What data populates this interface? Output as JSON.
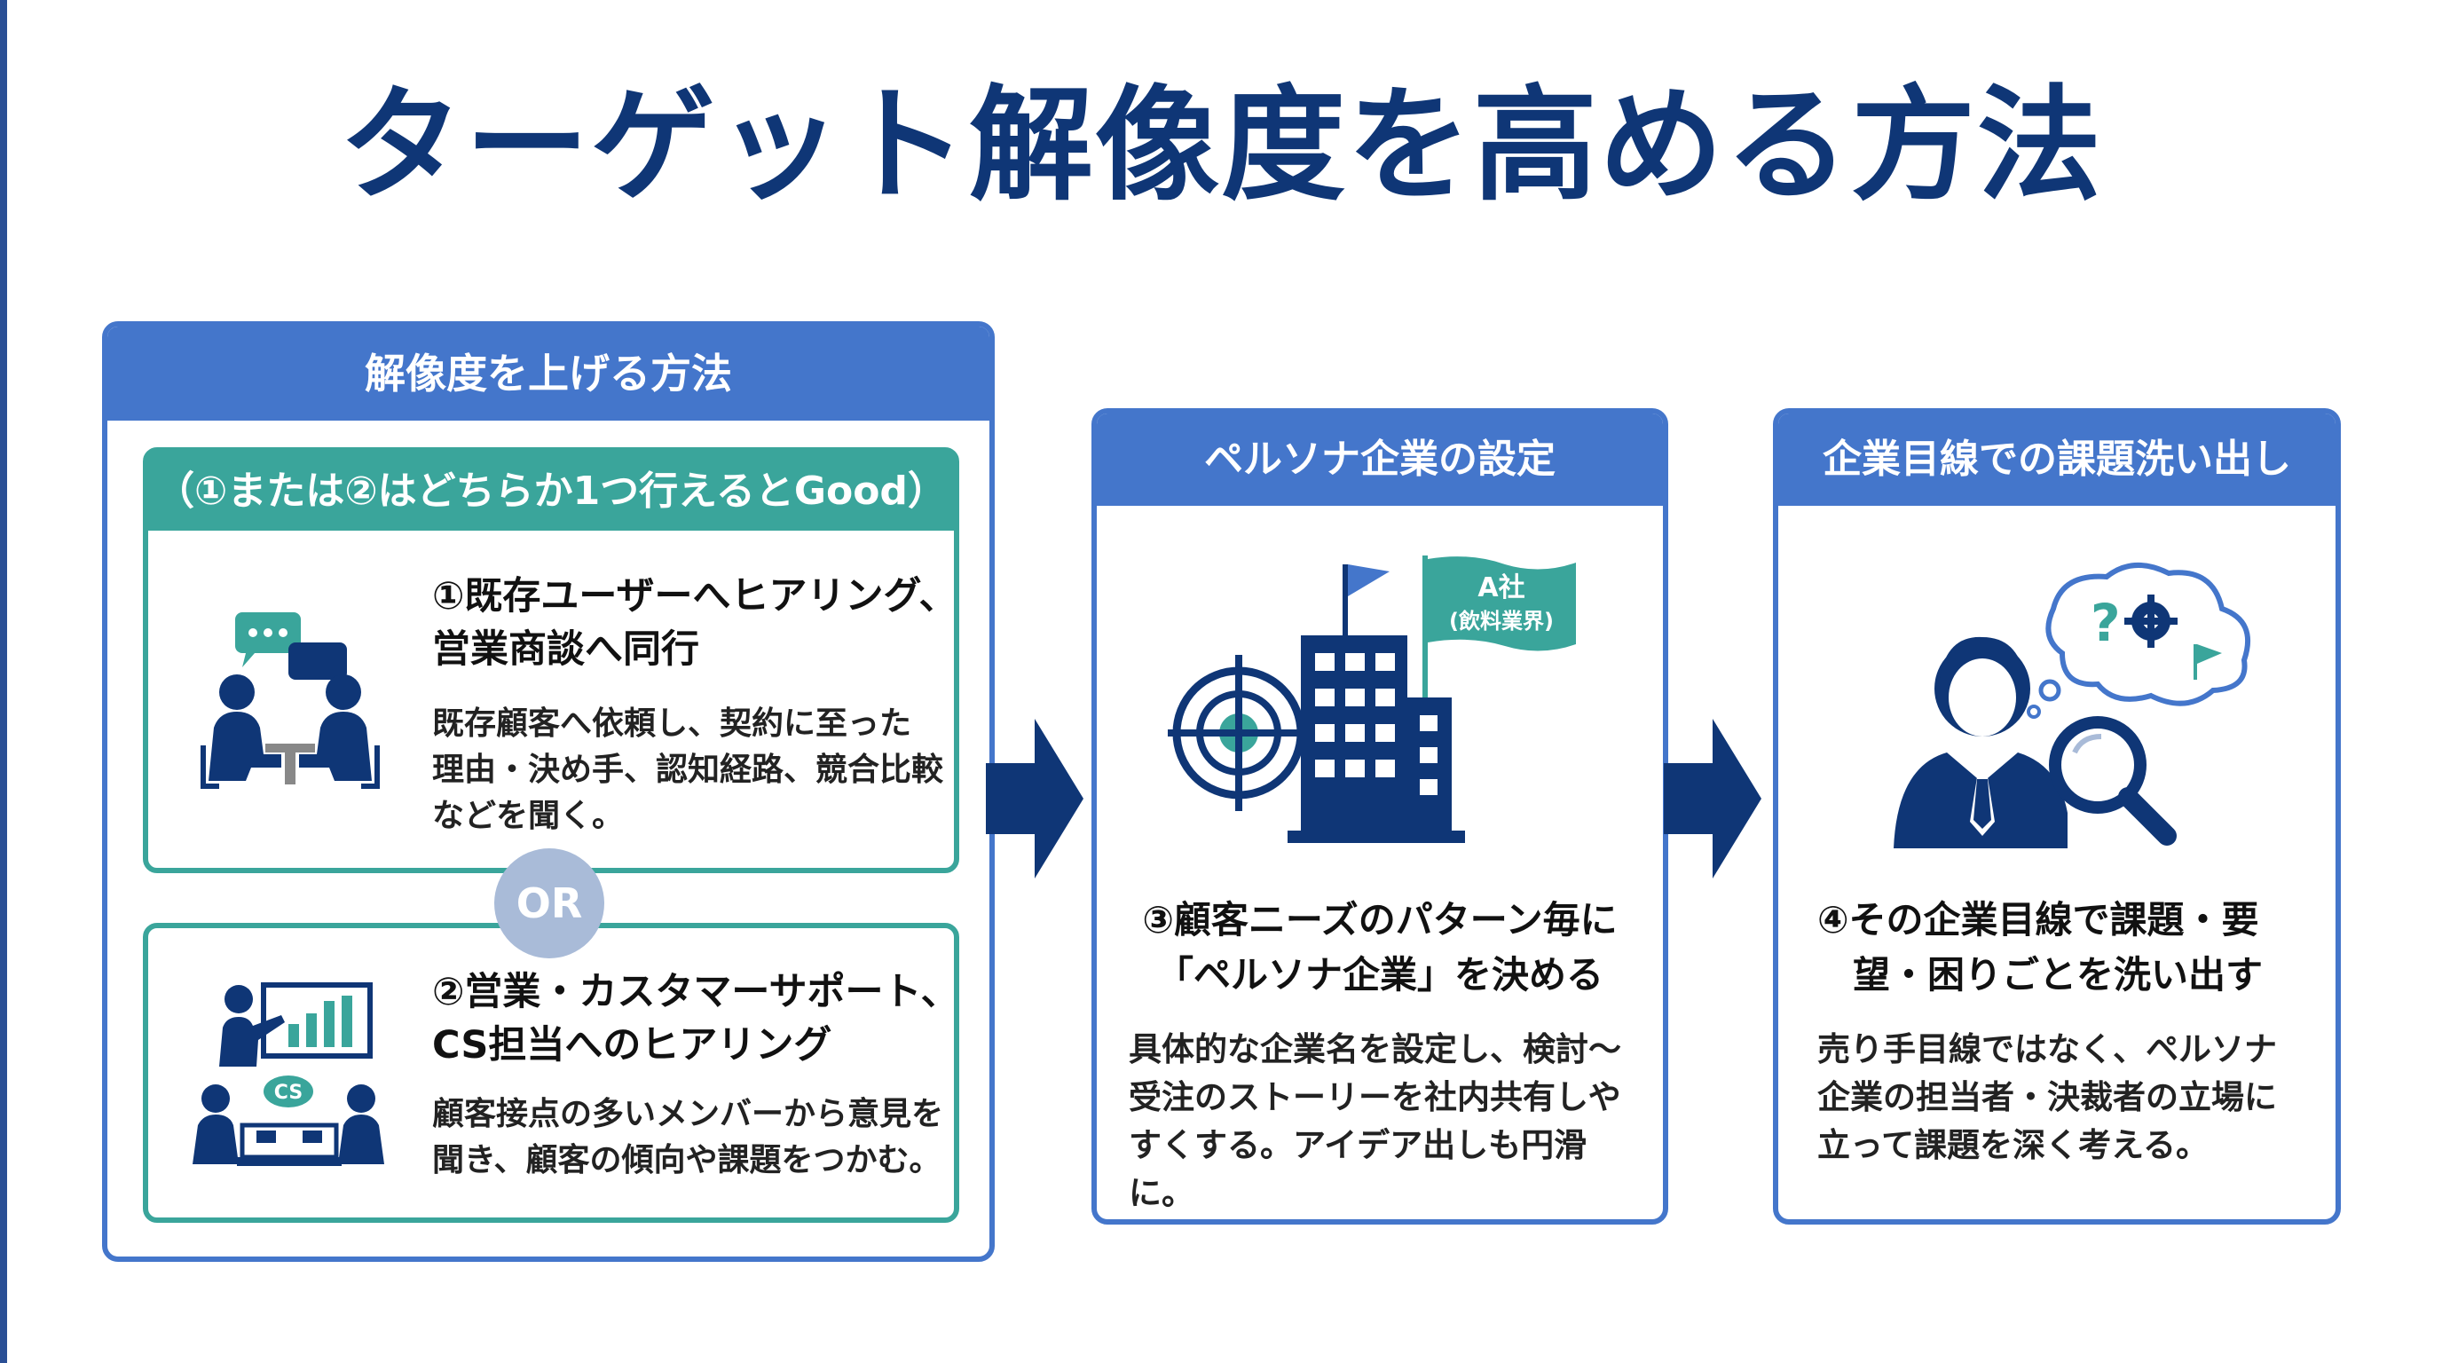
{
  "title": "ターゲット解像度を高める方法",
  "left_panel": {
    "header": "解像度を上げる方法",
    "sub_header": "（①または②はどちらか1つ行えるとGood）",
    "item1": {
      "title_line1": "①既存ユーザーへヒアリング、",
      "title_line2": "営業商談へ同行",
      "desc_line1": "既存顧客へ依頼し、契約に至った",
      "desc_line2": "理由・決め手、認知経路、競合比較",
      "desc_line3": "などを聞く。"
    },
    "or_label": "OR",
    "item2": {
      "title_line1": "②営業・カスタマーサポート、",
      "title_line2": "CS担当へのヒアリング",
      "desc_line1": "顧客接点の多いメンバーから意見を",
      "desc_line2": "聞き、顧客の傾向や課題をつかむ。",
      "icon_label": "CS"
    }
  },
  "middle_panel": {
    "header": "ペルソナ企業の設定",
    "flag_line1": "A社",
    "flag_line2": "(飲料業界)",
    "title_line1": "③顧客ニーズのパターン毎に",
    "title_line2": "「ペルソナ企業」を決める",
    "desc_line1": "具体的な企業名を設定し、検討〜",
    "desc_line2": "受注のストーリーを社内共有しや",
    "desc_line3": "すくする。アイデア出しも円滑に。"
  },
  "right_panel": {
    "header": "企業目線での課題洗い出し",
    "title_line1": "④その企業目線で課題・要",
    "title_line2": "望・困りごとを洗い出す",
    "desc_line1": "売り手目線ではなく、ペルソナ",
    "desc_line2": "企業の担当者・決裁者の立場に",
    "desc_line3": "立って課題を深く考える。"
  },
  "colors": {
    "navy": "#0f3676",
    "blue": "#4476cb",
    "teal": "#3aa59b",
    "or_badge": "#a9bbd8"
  },
  "icons": [
    "chat-meeting-icon",
    "presentation-meeting-icon",
    "target-building-flag-icon",
    "thinking-person-magnifier-icon",
    "arrow-right-icon"
  ]
}
